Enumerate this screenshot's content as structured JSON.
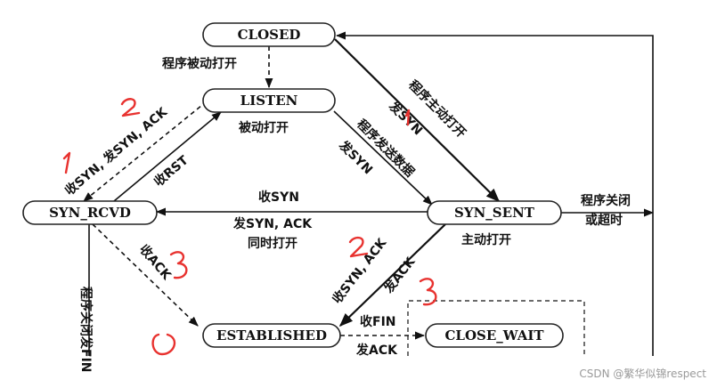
{
  "states": {
    "closed": "CLOSED",
    "listen": "LISTEN",
    "syn_rcvd": "SYN_RCVD",
    "syn_sent": "SYN_SENT",
    "established": "ESTABLISHED",
    "close_wait": "CLOSE_WAIT"
  },
  "labels": {
    "passive_open_1": "程序被动打开",
    "passive_open_2": "被动打开",
    "recv_syn_send_syn_ack": "收SYN, 发SYN, ACK",
    "recv_rst": "收RST",
    "app_active_open": "程序主动打开",
    "send_syn_1": "发SYN",
    "app_send_data": "程序发送数据",
    "send_syn_2": "发SYN",
    "recv_syn": "收SYN",
    "send_syn_ack": "发SYN, ACK",
    "simultaneous_open": "同时打开",
    "active_open": "主动打开",
    "app_close": "程序关闭",
    "or_timeout": "或超时",
    "recv_ack": "收ACK",
    "app_close_send_fin": "程序关闭发FIN",
    "recv_syn_ack": "收SYN, ACK",
    "send_ack": "发ACK",
    "recv_fin": "收FIN",
    "send_ack_partial": "发ACK"
  },
  "annotations": {
    "num_1": "1",
    "num_2a": "2",
    "num_2b": "2",
    "num_3a": "3",
    "num_3b": "3"
  },
  "watermark": "CSDN @繁华似锦respect",
  "colors": {
    "ink": "#111111",
    "handwriting": "#e8322f",
    "watermark": "#9a9a9a"
  }
}
